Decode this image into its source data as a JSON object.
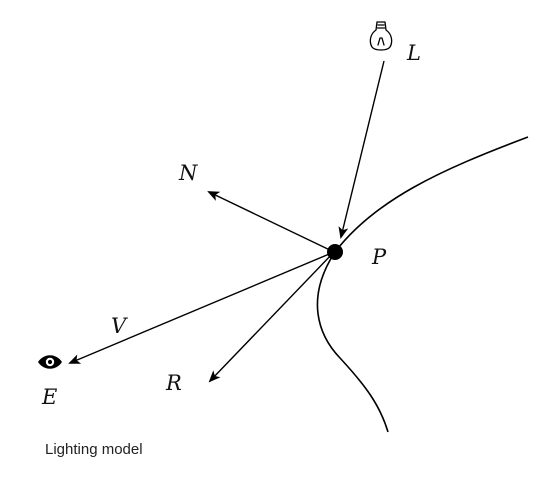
{
  "labels": {
    "light": "L",
    "normal": "N",
    "point": "P",
    "view": "V",
    "reflection": "R",
    "eye": "E"
  },
  "icons": {
    "light": "light-bulb-icon",
    "eye": "eye-icon"
  },
  "caption": "Lighting model",
  "colors": {
    "stroke": "#000000",
    "text": "#111111"
  }
}
